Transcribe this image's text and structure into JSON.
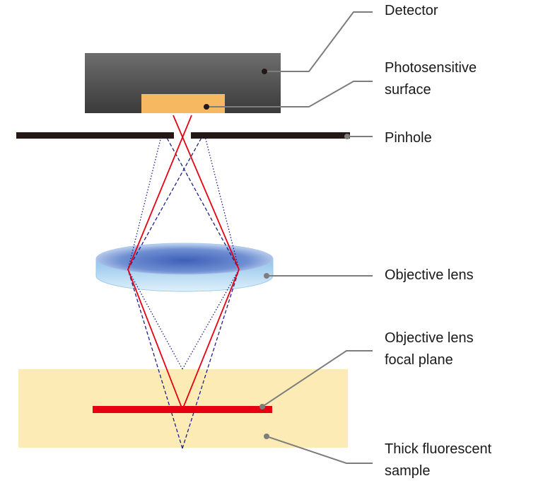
{
  "labels": {
    "detector": "Detector",
    "photosensitive_line1": "Photosensitive",
    "photosensitive_line2": "surface",
    "pinhole": "Pinhole",
    "objective_lens": "Objective lens",
    "focal_plane_line1": "Objective lens",
    "focal_plane_line2": "focal plane",
    "sample_line1": "Thick fluorescent",
    "sample_line2": "sample"
  },
  "colors": {
    "detector_body": "#555555",
    "photosensitive_surface": "#f7b862",
    "pinhole_plate": "#231815",
    "lens": "#7fa8d8",
    "sample": "#fdebb5",
    "focal_plane": "#e60012",
    "in_focus_rays": "#e60012",
    "out_of_focus_rays": "#1d2088",
    "leader_lines": "#7d7d7d"
  }
}
